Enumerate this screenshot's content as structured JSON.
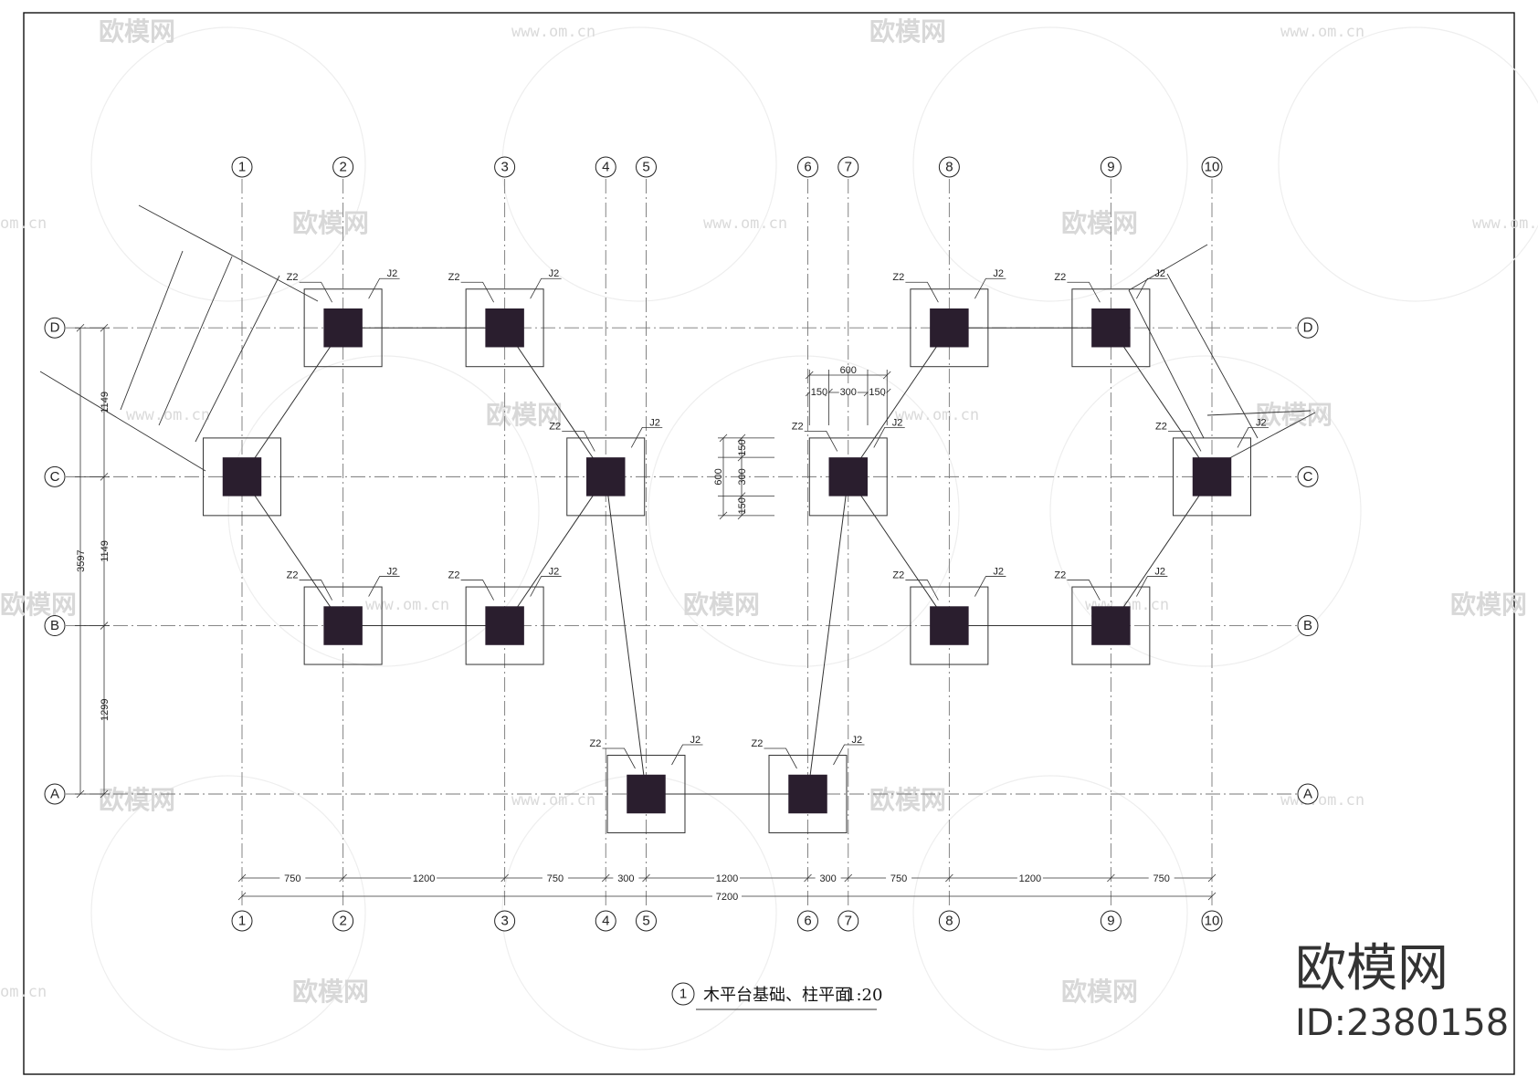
{
  "axes_x": [
    {
      "label": "1",
      "mm": 0
    },
    {
      "label": "2",
      "mm": 750
    },
    {
      "label": "3",
      "mm": 1950
    },
    {
      "label": "4",
      "mm": 2700
    },
    {
      "label": "5",
      "mm": 3000
    },
    {
      "label": "6",
      "mm": 4200
    },
    {
      "label": "7",
      "mm": 4500
    },
    {
      "label": "8",
      "mm": 5250
    },
    {
      "label": "9",
      "mm": 6450
    },
    {
      "label": "10",
      "mm": 7200
    }
  ],
  "axes_y": [
    {
      "label": "D",
      "mm": 3597
    },
    {
      "label": "C",
      "mm": 2448
    },
    {
      "label": "B",
      "mm": 1299
    },
    {
      "label": "A",
      "mm": 0
    }
  ],
  "dims_x": [
    "750",
    "1200",
    "750",
    "300",
    "1200",
    "300",
    "750",
    "1200",
    "750"
  ],
  "dims_x_total": "7200",
  "dims_y": [
    "1149",
    "1149",
    "1299"
  ],
  "dims_y_total": "3597",
  "detail": {
    "horizontal": {
      "total": "600",
      "parts": [
        "150",
        "300",
        "150"
      ]
    },
    "vertical": {
      "total": "600",
      "parts": [
        "150",
        "300",
        "150"
      ]
    }
  },
  "footings": [
    {
      "x": "2",
      "y": "D",
      "column_tag": "Z2",
      "footing_tag": "J2"
    },
    {
      "x": "3",
      "y": "D",
      "column_tag": "Z2",
      "footing_tag": "J2"
    },
    {
      "x": "8",
      "y": "D",
      "column_tag": "Z2",
      "footing_tag": "J2"
    },
    {
      "x": "9",
      "y": "D",
      "column_tag": "Z2",
      "footing_tag": "J2"
    },
    {
      "x": "1",
      "y": "C",
      "column_tag": "",
      "footing_tag": ""
    },
    {
      "x": "4",
      "y": "C",
      "column_tag": "Z2",
      "footing_tag": "J2"
    },
    {
      "x": "7",
      "y": "C",
      "column_tag": "Z2",
      "footing_tag": "J2"
    },
    {
      "x": "10",
      "y": "C",
      "column_tag": "Z2",
      "footing_tag": "J2"
    },
    {
      "x": "2",
      "y": "B",
      "column_tag": "Z2",
      "footing_tag": "J2"
    },
    {
      "x": "3",
      "y": "B",
      "column_tag": "Z2",
      "footing_tag": "J2"
    },
    {
      "x": "8",
      "y": "B",
      "column_tag": "Z2",
      "footing_tag": "J2"
    },
    {
      "x": "9",
      "y": "B",
      "column_tag": "Z2",
      "footing_tag": "J2"
    },
    {
      "x": "5",
      "y": "A",
      "column_tag": "Z2",
      "footing_tag": "J2"
    },
    {
      "x": "6",
      "y": "A",
      "column_tag": "Z2",
      "footing_tag": "J2"
    }
  ],
  "title": {
    "number": "1",
    "text": "木平台基础、柱平面",
    "scale": "1:20"
  },
  "watermark": {
    "brand": "欧模网",
    "id": "ID:2380158",
    "faint_brand": "欧模网",
    "url": "www.om.cn",
    "url_short": "om.cn"
  }
}
